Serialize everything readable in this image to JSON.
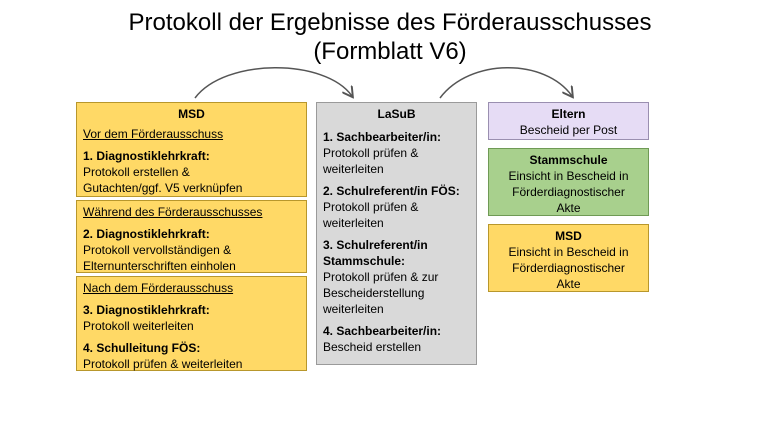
{
  "title": {
    "line1": "Protokoll der Ergebnisse des Förderausschusses",
    "line2": "(Formblatt V6)"
  },
  "msd_column": {
    "header": "MSD",
    "before": {
      "heading": "Vor dem Förderausschuss",
      "step_title": "1. Diagnostiklehrkraft:",
      "step_text_1": "Protokoll erstellen &",
      "step_text_2": "Gutachten/ggf. V5 verknüpfen"
    },
    "during": {
      "heading": "Während des Förderausschusses",
      "step_title": "2. Diagnostiklehrkraft:",
      "step_text_1": "Protokoll vervollständigen &",
      "step_text_2": "Elternunterschriften einholen"
    },
    "after": {
      "heading": "Nach dem Förderausschuss",
      "step3_title": "3. Diagnostiklehrkraft:",
      "step3_text": "Protokoll weiterleiten",
      "step4_title": "4. Schulleitung FÖS:",
      "step4_text": "Protokoll prüfen & weiterleiten"
    }
  },
  "lasub_column": {
    "header": "LaSuB",
    "step1_title": "1. Sachbearbeiter/in:",
    "step1_text_1": "Protokoll prüfen &",
    "step1_text_2": "weiterleiten",
    "step2_title": "2. Schulreferent/in FÖS:",
    "step2_text_1": "Protokoll prüfen &",
    "step2_text_2": "weiterleiten",
    "step3_title_1": "3. Schulreferent/in",
    "step3_title_2": "Stammschule:",
    "step3_text_1": "Protokoll prüfen & zur",
    "step3_text_2": "Bescheiderstellung",
    "step3_text_3": "weiterleiten",
    "step4_title": "4. Sachbearbeiter/in:",
    "step4_text": "Bescheid erstellen"
  },
  "right_column": {
    "eltern": {
      "title": "Eltern",
      "text": "Bescheid per Post"
    },
    "stammschule": {
      "title": "Stammschule",
      "text_1": "Einsicht in Bescheid in",
      "text_2": "Förderdiagnostischer",
      "text_3": "Akte"
    },
    "msd": {
      "title": "MSD",
      "text_1": "Einsicht in Bescheid in",
      "text_2": "Förderdiagnostischer",
      "text_3": "Akte"
    }
  },
  "colors": {
    "yellow": "#ffd966",
    "gray": "#d9d9d9",
    "lavender": "#e6dcf5",
    "green": "#a8d08d",
    "arrow": "#555555"
  }
}
